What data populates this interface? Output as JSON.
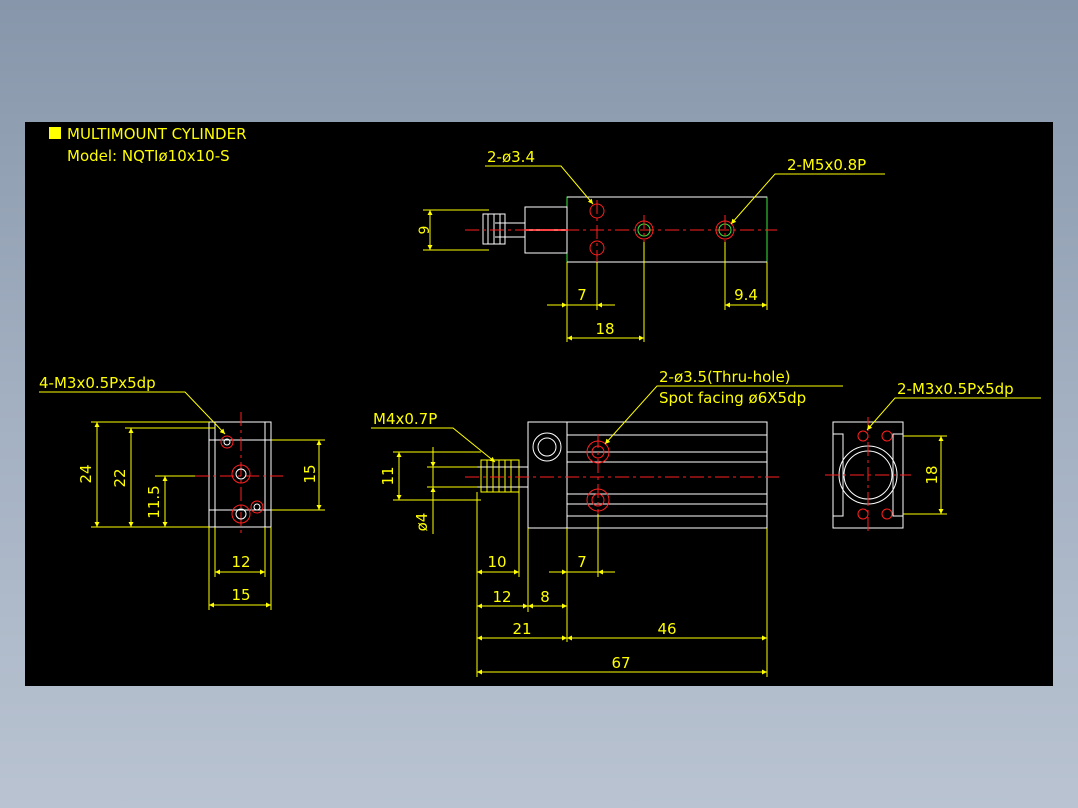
{
  "title": {
    "line1": "MULTIMOUNT CYLINDER",
    "line2": "Model: NQTIø10x10-S"
  },
  "colors": {
    "background_gradient_top": "#8796aa",
    "drawing_background": "#000000",
    "annotation": "#ffff00",
    "outline": "#ffffff",
    "center_line": "#ff2020",
    "bore": "#3ce63c"
  },
  "top_view": {
    "callout_holes": "2-ø3.4",
    "callout_thread": "2-M5x0.8P",
    "dim_height": "9",
    "dim_hole_offset": "7",
    "dim_port_offset": "18",
    "dim_end_offset": "9.4"
  },
  "side_view": {
    "callout_tapped": "4-M3x0.5Px5dp",
    "dim_overall_height": "24",
    "dim_body_height": "22",
    "dim_center_height": "11.5",
    "dim_mount_height": "15",
    "dim_mount_width": "12",
    "dim_overall_width": "15"
  },
  "front_view": {
    "callout_rod_thread": "M4x0.7P",
    "callout_thru_hole": "2-ø3.5(Thru-hole)",
    "callout_spot_facing": "Spot  facing  ø6X5dp",
    "dim_rod_dia": "ø4",
    "dim_rod_height": "11",
    "dim_nut_width": "10",
    "dim_hole_offset": "7",
    "dim_rod_len": "12",
    "dim_collar": "8",
    "dim_rod_ext": "21",
    "dim_body_len": "46",
    "dim_total_len": "67"
  },
  "end_view": {
    "callout_tapped": "2-M3x0.5Px5dp",
    "dim_height": "18"
  }
}
